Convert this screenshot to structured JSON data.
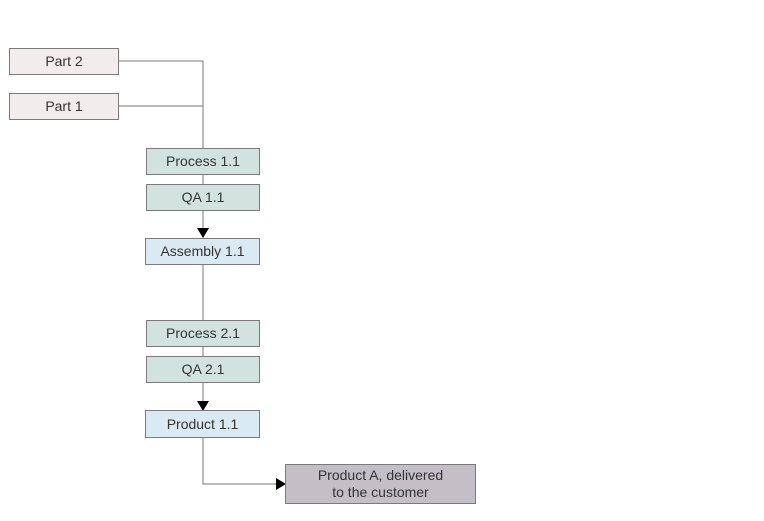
{
  "nodes": {
    "part2": {
      "label": "Part 2"
    },
    "part1": {
      "label": "Part 1"
    },
    "process_1_1": {
      "label": "Process 1.1"
    },
    "qa_1_1": {
      "label": "QA 1.1"
    },
    "assembly_1_1": {
      "label": "Assembly 1.1"
    },
    "process_2_1": {
      "label": "Process 2.1"
    },
    "qa_2_1": {
      "label": "QA 2.1"
    },
    "product_1_1": {
      "label": "Product 1.1"
    },
    "product_a": {
      "label": "Product A, delivered\nto the customer"
    }
  },
  "colors": {
    "part_fill": "#f2ecec",
    "process_fill": "#d2e3df",
    "assembly_fill": "#daeaf2",
    "final_fill": "#c4bfc6",
    "line": "#7a7a7a",
    "arrow": "#000000"
  }
}
